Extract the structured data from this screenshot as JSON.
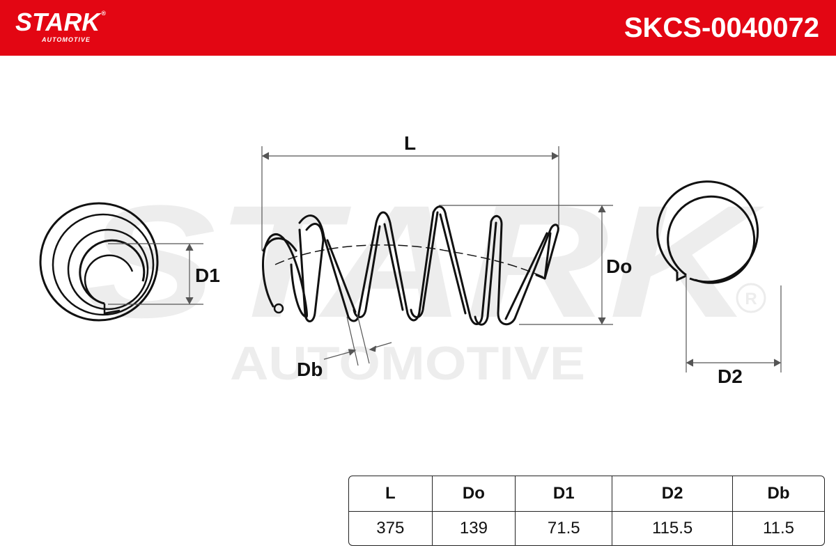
{
  "brand": {
    "name": "STARK",
    "registered": "®",
    "sub": "AUTOMOTIVE"
  },
  "part_number": "SKCS-0040072",
  "watermark": {
    "main": "STARK",
    "sub": "AUTOMOTIVE",
    "registered": "®"
  },
  "dimension_labels": {
    "L": "L",
    "Do": "Do",
    "D1": "D1",
    "D2": "D2",
    "Db": "Db"
  },
  "spec_table": {
    "headers": [
      "L",
      "Do",
      "D1",
      "D2",
      "Db"
    ],
    "values": [
      "375",
      "139",
      "71.5",
      "115.5",
      "11.5"
    ]
  },
  "colors": {
    "brand_red": "#e30613",
    "line": "#111111",
    "watermark": "#ededed"
  }
}
